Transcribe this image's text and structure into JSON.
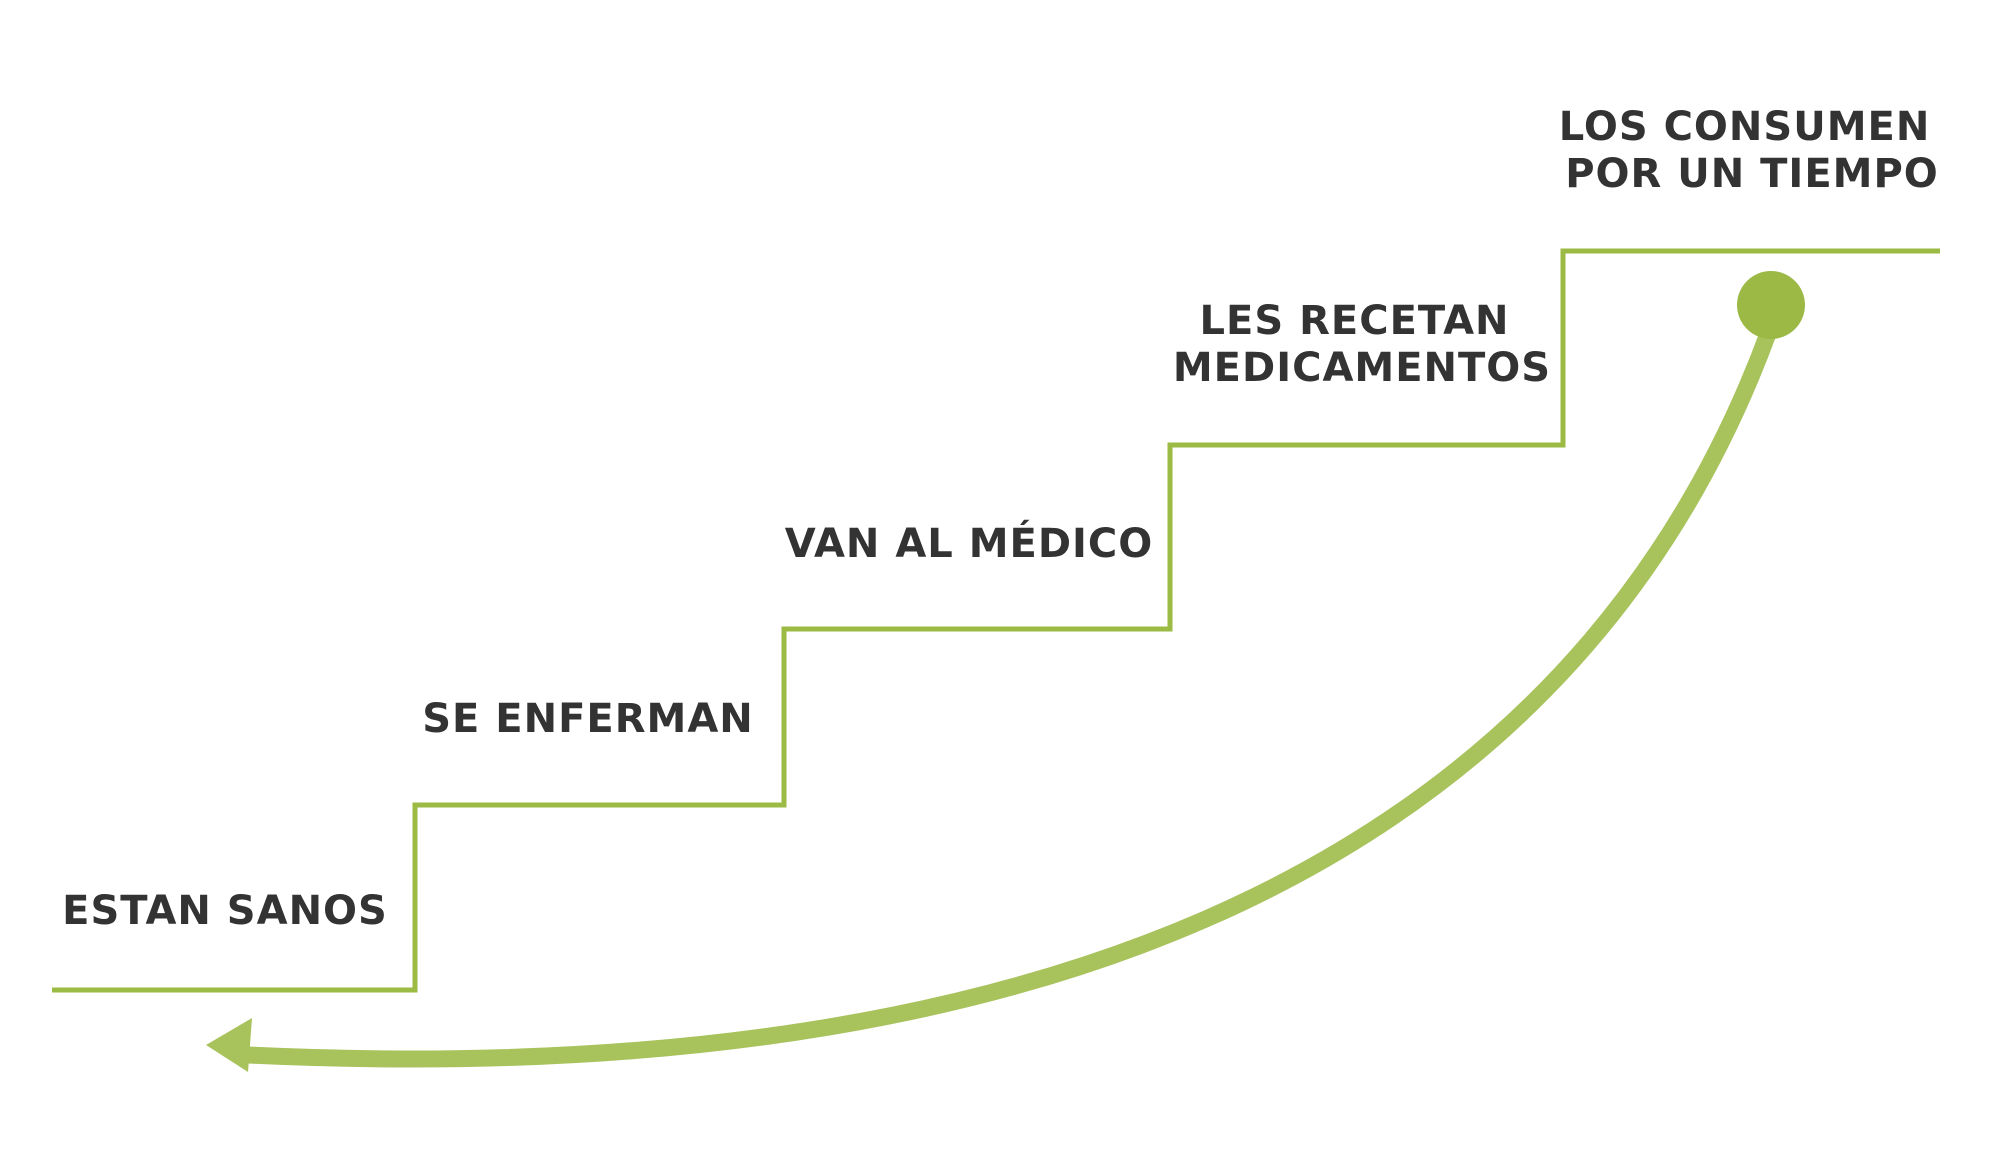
{
  "colors": {
    "background": "#ffffff",
    "staircase": "#9bbb45",
    "arrow": "#a8c25c",
    "dot": "#9cb946",
    "text": "#333333"
  },
  "steps": [
    {
      "lines": [
        "ESTAN SANOS"
      ]
    },
    {
      "lines": [
        "SE ENFERMAN"
      ]
    },
    {
      "lines": [
        "VAN AL MÉDICO"
      ]
    },
    {
      "lines": [
        "LES RECETAN",
        "MEDICAMENTOS"
      ]
    },
    {
      "lines": [
        "LOS CONSUMEN",
        "POR UN TIEMPO"
      ]
    }
  ]
}
